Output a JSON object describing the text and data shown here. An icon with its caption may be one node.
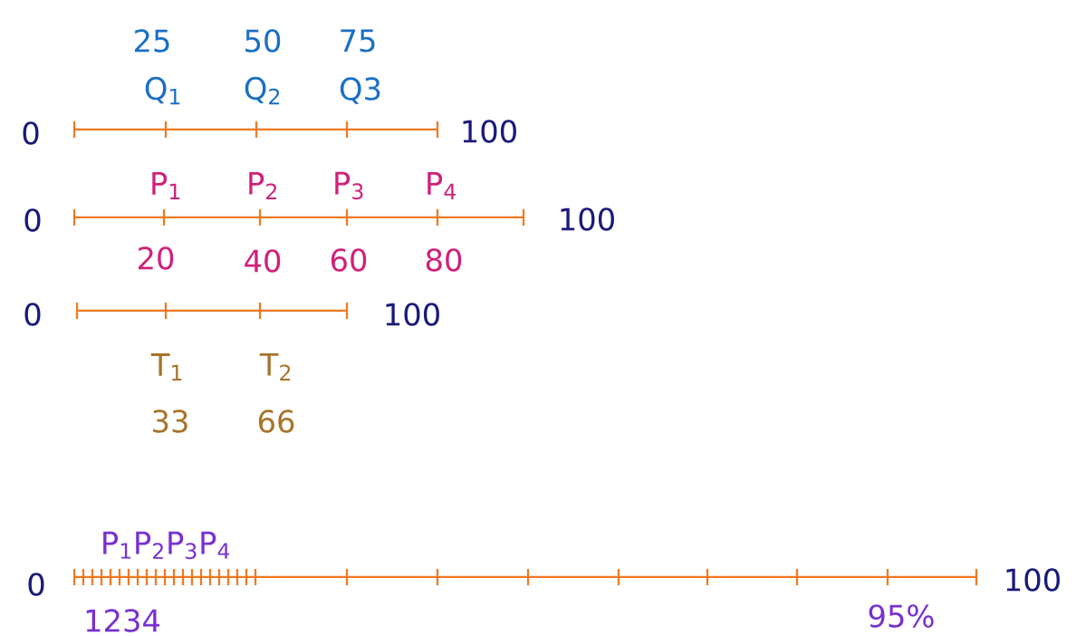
{
  "diagram": {
    "labels": [
      "25",
      "50",
      "75",
      "Q$_{1}$",
      "Q$_{2}$",
      "Q3",
      "0",
      "100",
      "P$_{1}$",
      "P$_{2}$",
      "P$_{3}$",
      "P$_{4}$",
      "0",
      "100",
      "20",
      "40",
      "60",
      "80",
      "0",
      "100",
      "T$_{1}$",
      "T$_{2}$",
      "33",
      "66",
      "P$_{1}$P$_{2}$P$_{3}$P$_{4}$",
      "0",
      "100",
      "1234",
      "95%"
    ]
  }
}
